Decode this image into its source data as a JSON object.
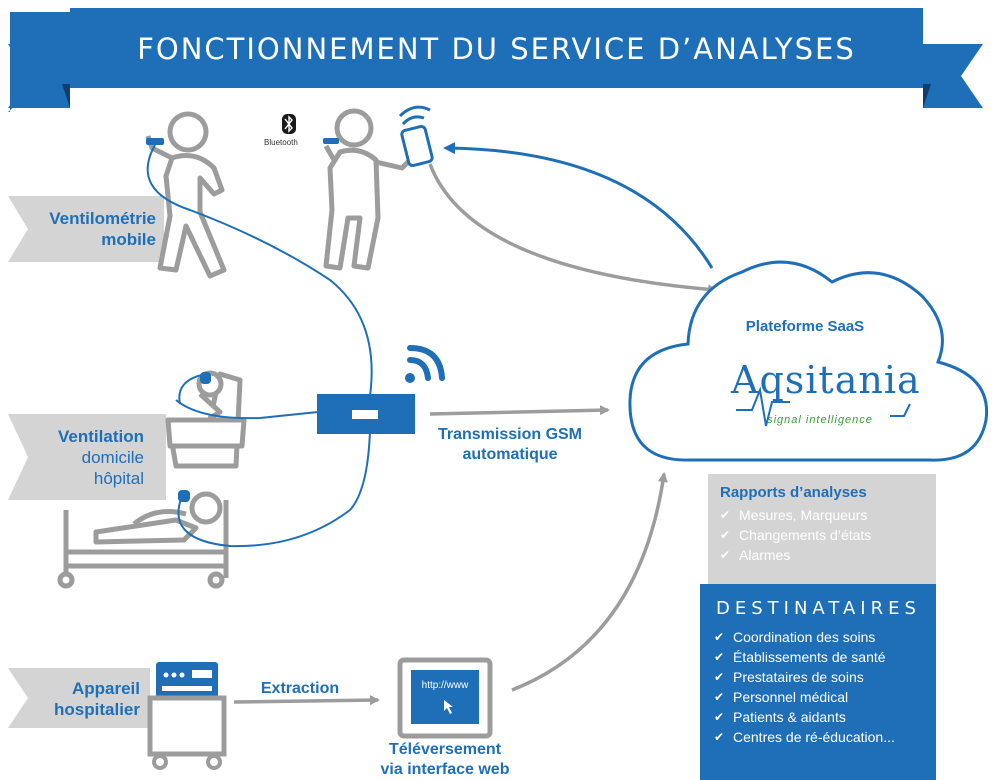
{
  "title": "FONCTIONNEMENT DU SERVICE D’ANALYSES",
  "colors": {
    "primary": "#1e6fb8",
    "dark_blue": "#14508a",
    "grey": "#d4d4d4",
    "figure_grey": "#9c9c9c",
    "accent_green": "#3a9d3a"
  },
  "sources": {
    "mobile": {
      "line1": "Ventilométrie",
      "line2": "mobile"
    },
    "home": {
      "line1": "Ventilation",
      "line2": "domicile",
      "line3": "hôpital"
    },
    "hospital": {
      "line1": "Appareil",
      "line2": "hospitalier"
    }
  },
  "bluetooth_label": "Bluetooth",
  "flows": {
    "gsm": {
      "line1": "Transmission GSM",
      "line2": "automatique"
    },
    "extraction": "Extraction",
    "upload": {
      "line1": "Téléversement",
      "line2": "via interface web"
    }
  },
  "web_screen_url": "http://www",
  "platform": {
    "title": "Plateforme SaaS",
    "logo_name": "Aqsitania",
    "logo_tagline": "signal intelligence"
  },
  "reports": {
    "title": "Rapports d’analyses",
    "items": [
      "Mesures, Marqueurs",
      "Changements d’états",
      "Alarmes"
    ]
  },
  "recipients": {
    "title": "DESTINATAIRES",
    "items": [
      "Coordination des soins",
      "Établissements de santé",
      "Prestataires de soins",
      "Personnel médical",
      "Patients & aidants",
      "Centres de ré-éducation..."
    ]
  },
  "icons": [
    "banner-ribbon",
    "walking-person-icon",
    "smartphone-icon",
    "bluetooth-icon",
    "wifi-signal-icon",
    "ventilator-box-icon",
    "armchair-person-icon",
    "hospital-bed-icon",
    "hospital-machine-icon",
    "monitor-icon",
    "cloud-icon",
    "check-icon"
  ]
}
